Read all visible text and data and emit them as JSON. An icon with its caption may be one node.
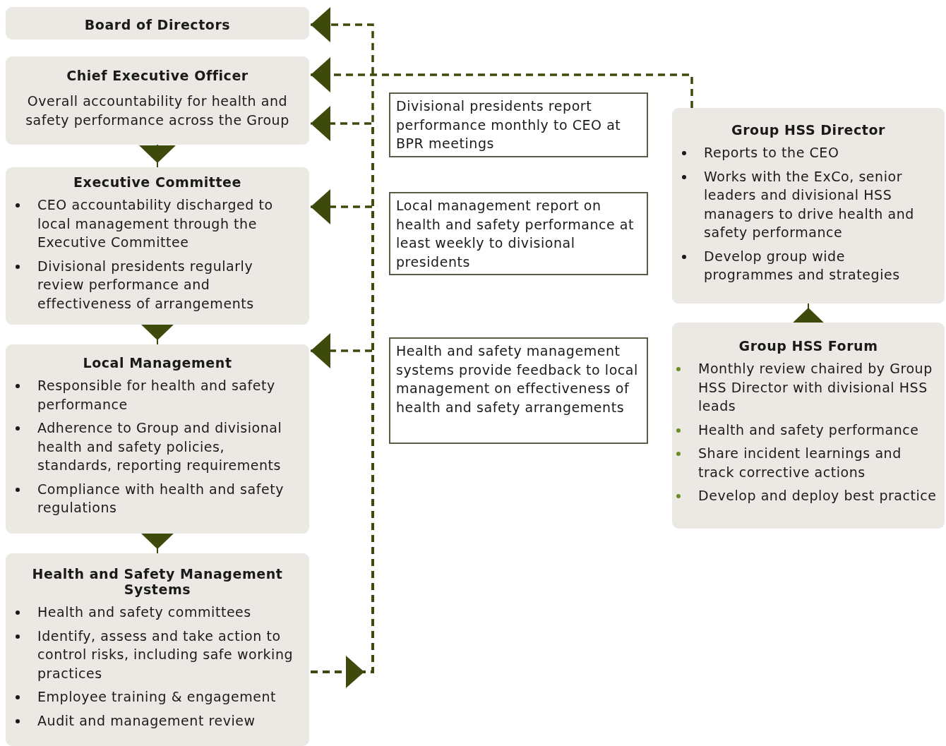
{
  "diagram": {
    "nodes": [
      {
        "text": [
          "Board of Directors"
        ]
      },
      {
        "text": [
          "Chief Executive Officer",
          "Overall accountability for health and safety performance across the Group"
        ]
      },
      {
        "text": [
          "Executive Committee",
          "CEO accountability discharged to local management through the Executive Committee",
          "Divisional presidents regularly review performance and effectiveness of arrangements"
        ]
      },
      {
        "text": [
          "Local Management",
          "Responsible for health and safety performance",
          "Adherence to Group and divisional health and safety policies, standards, reporting requirements",
          "Compliance with health and safety regulations"
        ]
      },
      {
        "text": [
          "Health and Safety Management Systems",
          "Health and safety committees",
          "Identify, assess and take action to control risks, including safe working practices",
          "Employee training & engagement",
          "Audit and management review"
        ]
      },
      {
        "text": [
          "Divisional presidents report performance monthly to CEO at BPR meetings"
        ]
      },
      {
        "text": [
          "Local management report on health and safety performance at least weekly to divisional presidents"
        ]
      },
      {
        "text": [
          "Health and safety management systems provide feedback to local management on effectiveness of health and safety arrangements"
        ]
      },
      {
        "text": [
          "Group HSS Director",
          "Reports to the CEO",
          "Works with the ExCo, senior leaders and divisional HSS managers to drive health and safety performance",
          "Develop group wide programmes and strategies"
        ]
      },
      {
        "text": [
          "Group HSS Forum",
          "Monthly review chaired by Group HSS Director with divisional HSS leads",
          "Health and safety performance",
          "Share incident learnings and track corrective actions",
          "Develop and deploy best practice"
        ]
      }
    ],
    "edges": [
      {
        "from": 4,
        "to": 3,
        "arrow": "to",
        "style": "dashed"
      },
      {
        "from": 4,
        "to": 2,
        "arrow": "to",
        "style": "dashed"
      },
      {
        "from": 4,
        "to": 1,
        "arrow": "to",
        "style": "dashed"
      },
      {
        "from": 4,
        "to": 0,
        "arrow": "to",
        "style": "dashed"
      },
      {
        "from": 8,
        "to": 1,
        "arrow": "to",
        "style": "dashed"
      },
      {
        "from": 1,
        "to": 2,
        "arrow": "to"
      },
      {
        "from": 2,
        "to": 3,
        "arrow": "to"
      },
      {
        "from": 3,
        "to": 4,
        "arrow": "to"
      },
      {
        "from": 9,
        "to": 8,
        "arrow": "to"
      }
    ]
  }
}
